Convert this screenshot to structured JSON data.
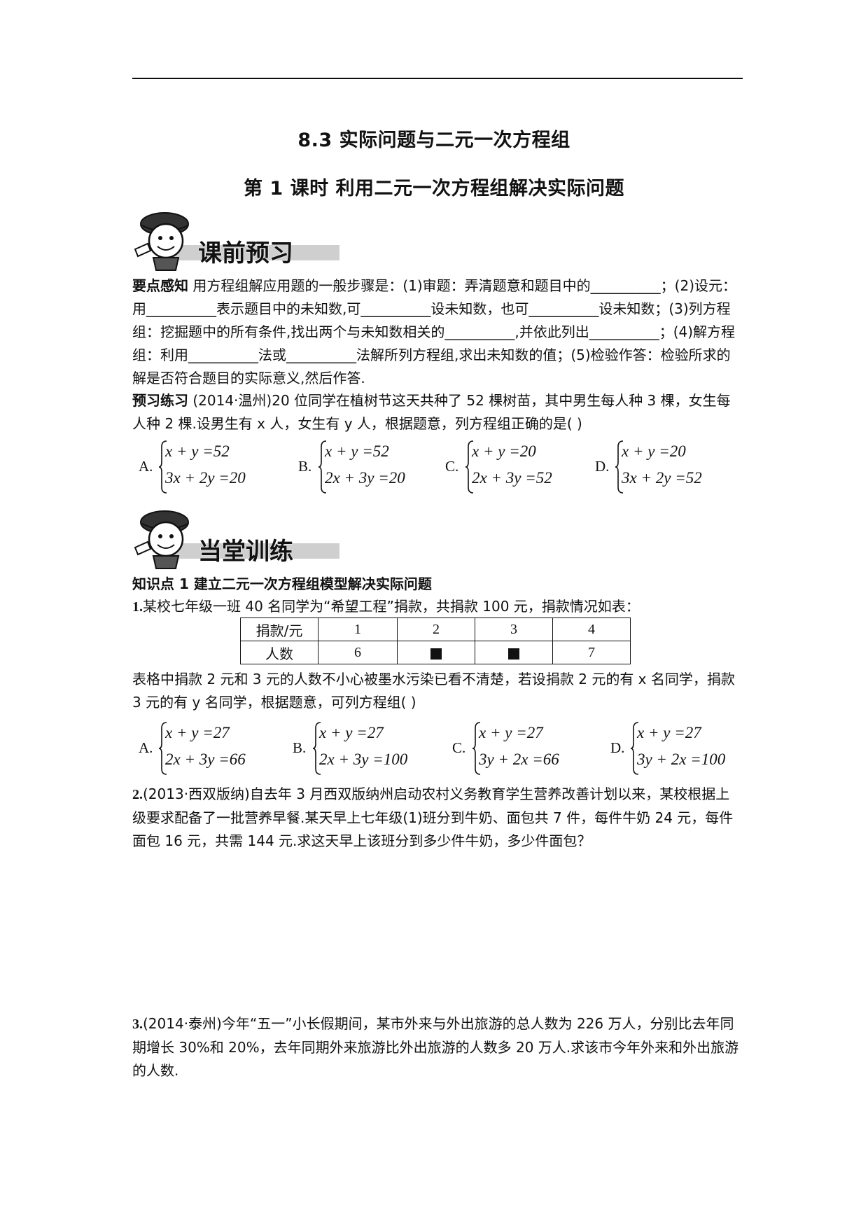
{
  "header": {
    "title1": "8.3  实际问题与二元一次方程组",
    "title2": "第 1 课时  利用二元一次方程组解决实际问题"
  },
  "banner1": {
    "label": "课前预习"
  },
  "banner2": {
    "label": "当堂训练"
  },
  "section1": {
    "points_label": "要点感知",
    "points_text": "  用方程组解应用题的一般步骤是：(1)审题：弄清题意和题目中的__________；(2)设元：用__________表示题目中的未知数,可__________设未知数，也可__________设未知数；(3)列方程组：挖掘题中的所有条件,找出两个与未知数相关的__________,并依此列出__________；(4)解方程组：利用__________法或__________法解所列方程组,求出未知数的值；(5)检验作答：检验所求的解是否符合题目的实际意义,然后作答.",
    "practice_label": "预习练习",
    "practice_text": "  (2014·温州)20 位同学在植树节这天共种了 52 棵树苗，其中男生每人种 3 棵，女生每人种 2 棵.设男生有 x 人，女生有 y 人，根据题意，列方程组正确的是(    )",
    "choices": [
      {
        "letter": "A.",
        "eq1": "x + y =52",
        "eq2": "3x + 2y =20"
      },
      {
        "letter": "B.",
        "eq1": "x + y =52",
        "eq2": "2x + 3y =20"
      },
      {
        "letter": "C.",
        "eq1": "x + y =20",
        "eq2": "2x + 3y =52"
      },
      {
        "letter": "D.",
        "eq1": "x + y =20",
        "eq2": "3x + 2y =52"
      }
    ]
  },
  "section2": {
    "knowledge_label": "知识点 1  建立二元一次方程组模型解决实际问题",
    "q1_num": "1.",
    "q1_text": "某校七年级一班 40 名同学为“希望工程”捐款，共捐款 100 元，捐款情况如表：",
    "table": {
      "row1_header": "捐款/元",
      "row1": [
        "1",
        "2",
        "3",
        "4"
      ],
      "row2_header": "人数",
      "row2": [
        "6",
        "",
        "",
        "7"
      ]
    },
    "q1_text2": "  表格中捐款 2 元和 3 元的人数不小心被墨水污染已看不清楚，若设捐款 2 元的有 x 名同学，捐款 3 元的有 y 名同学，根据题意，可列方程组(    )",
    "choices": [
      {
        "letter": "A.",
        "eq1": "x + y =27",
        "eq2": "2x + 3y =66"
      },
      {
        "letter": "B.",
        "eq1": "x + y =27",
        "eq2": "2x + 3y =100"
      },
      {
        "letter": "C.",
        "eq1": "x + y =27",
        "eq2": "3y + 2x =66"
      },
      {
        "letter": "D.",
        "eq1": "x + y =27",
        "eq2": "3y + 2x =100"
      }
    ],
    "q2_num": "2.",
    "q2_text": "(2013·西双版纳)自去年 3 月西双版纳州启动农村义务教育学生营养改善计划以来，某校根据上级要求配备了一批营养早餐.某天早上七年级(1)班分到牛奶、面包共 7 件，每件牛奶 24 元，每件面包 16 元，共需 144 元.求这天早上该班分到多少件牛奶，多少件面包？",
    "q3_num": "3.",
    "q3_text": "(2014·泰州)今年“五一”小长假期间，某市外来与外出旅游的总人数为 226 万人，分别比去年同期增长 30%和 20%，去年同期外来旅游比外出旅游的人数多 20 万人.求该市今年外来和外出旅游的人数."
  }
}
